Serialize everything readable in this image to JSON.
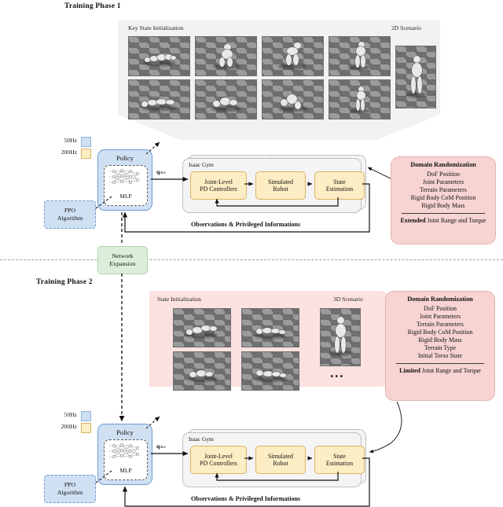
{
  "phases": [
    {
      "id": "phase1",
      "title": "Training Phase 1",
      "panel": {
        "left_label": "Key State Initialization",
        "right_label": "2D Scenario"
      },
      "legend": [
        {
          "label": "50Hz",
          "color": "#cfe0f3"
        },
        {
          "label": "200Hz",
          "color": "#fdedc4"
        }
      ],
      "policy": {
        "title": "Policy",
        "network": "MLP"
      },
      "ppo": {
        "line1": "PPO",
        "line2": "Algorithm"
      },
      "gym": {
        "title": "Isaac Gym",
        "blocks": [
          {
            "line1": "Joint-Level",
            "line2": "PD Controllers"
          },
          {
            "line1": "Simulated",
            "line2": "Robot"
          },
          {
            "line1": "State",
            "line2": "Estimation"
          }
        ]
      },
      "signal": "q",
      "signal_sub": "des",
      "feedback": "Observations & Privileged Informations",
      "domain_randomization": {
        "title": "Domain Randomization",
        "items": [
          "DoF Position",
          "Joint Parameters",
          "Terrain Parameters",
          "Rigid Body CoM Position",
          "Rigid Body Mass"
        ],
        "footer_strong": "Extended",
        "footer_rest": " Joint Range and Torque"
      }
    },
    {
      "id": "phase2",
      "title": "Training Phase 2",
      "panel": {
        "left_label": "State Initialization",
        "right_label": "3D Scenario",
        "ellipsis": "•••"
      },
      "legend": [
        {
          "label": "50Hz",
          "color": "#cfe0f3"
        },
        {
          "label": "200Hz",
          "color": "#fdedc4"
        }
      ],
      "policy": {
        "title": "Policy",
        "network": "MLP"
      },
      "ppo": {
        "line1": "PPO",
        "line2": "Algorithm"
      },
      "gym": {
        "title": "Isaac Gym",
        "blocks": [
          {
            "line1": "Joint-Level",
            "line2": "PD Controllers"
          },
          {
            "line1": "Simulated",
            "line2": "Robot"
          },
          {
            "line1": "State",
            "line2": "Estimation"
          }
        ]
      },
      "signal": "q",
      "signal_sub": "des",
      "feedback": "Observations & Privileged Informations",
      "domain_randomization": {
        "title": "Domain Randomization",
        "items": [
          "DoF Position",
          "Joint Parameters",
          "Terrain Parameters",
          "Rigid Body CoM Position",
          "Rigid Body Mass",
          "Terrain Type",
          "Initial Torso State"
        ],
        "footer_strong": "Limited",
        "footer_rest": " Joint Range and Torque"
      }
    }
  ],
  "network_expansion": {
    "line1": "Network",
    "line2": "Expansion"
  },
  "colors": {
    "policy_fill": "#cfe0f3",
    "controller_fill": "#fdedc4",
    "domain_fill": "#f7d4d2",
    "network_expansion_fill": "#dceed9",
    "panel_phase1_fill": "#f2f2f2",
    "panel_phase2_fill": "#fbe2e0"
  }
}
